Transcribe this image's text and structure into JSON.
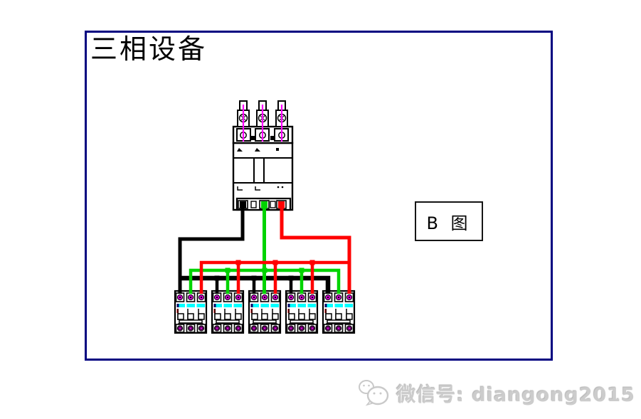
{
  "title": {
    "text": "三相设备"
  },
  "figure_label": {
    "text": "B 图"
  },
  "watermark": {
    "icon": "wechat-icon",
    "text": "微信号: diangong2015"
  },
  "colors": {
    "frame_border": "#000080",
    "wire_black": "#000000",
    "wire_green": "#00d400",
    "wire_red": "#ff0000",
    "incoming_magenta": "#ff00ff",
    "breaker_band_cyan": "#00ffff",
    "terminal_magenta": "#cc00cc",
    "watermark_gray": "#cccccc"
  },
  "diagram": {
    "main_breaker": {
      "type": "3-pole molded-case breaker",
      "incoming_conductors": 3,
      "outgoing_phase_colors": [
        "black",
        "green",
        "red"
      ]
    },
    "branch_breakers": {
      "count": 5,
      "poles_each": 3,
      "phase_wire_colors": [
        "black",
        "green",
        "red"
      ]
    }
  }
}
